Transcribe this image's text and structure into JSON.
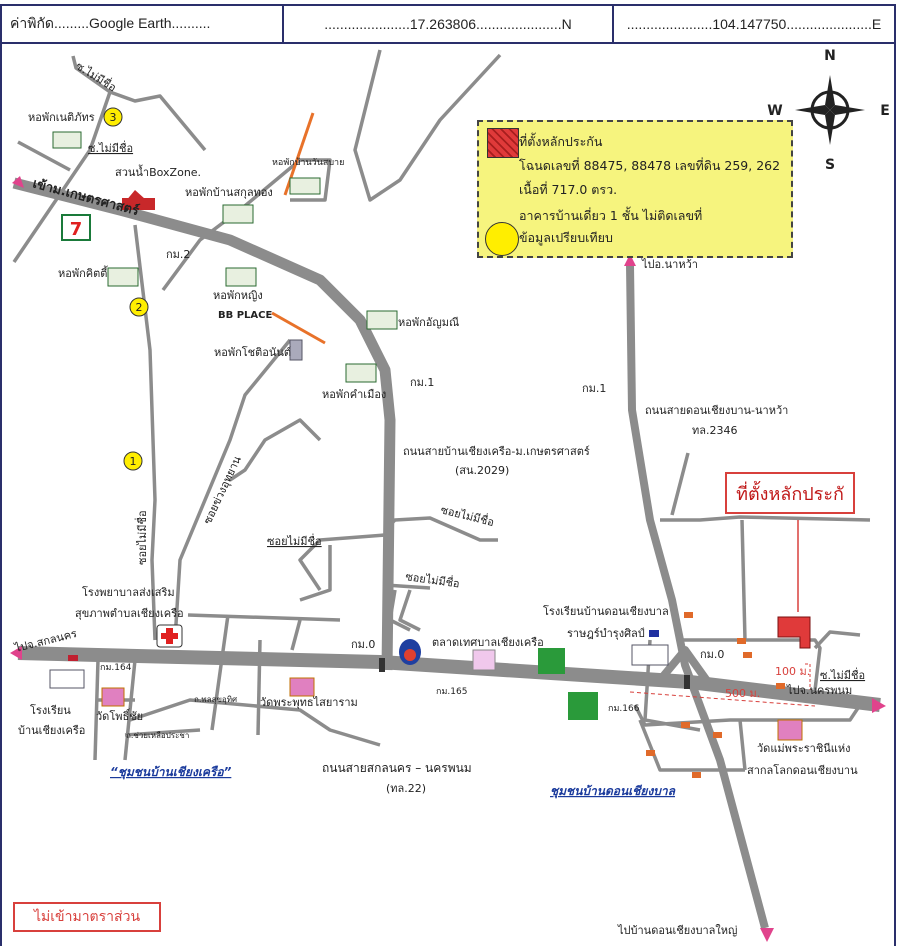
{
  "header": {
    "coord_source": "ค่าพิกัด.........Google Earth..........",
    "latitude": "17.263806",
    "lat_suffix": "N",
    "longitude": "104.147750",
    "lon_suffix": "E",
    "dots": "......................"
  },
  "compass": {
    "n": "N",
    "e": "E",
    "s": "S",
    "w": "W"
  },
  "legend": {
    "collateral_title": "ที่ตั้งหลักประกัน",
    "deed": "โฉนดเลขที่ 88475, 88478 เลขที่ดิน 259, 262",
    "area": "เนื้อที่ 717.0 ตรว.",
    "building": "อาคารบ้านเดี่ยว 1 ชั้น  ไม่ติดเลขที่",
    "comparison": "ข้อมูลเปรียบเทียบ"
  },
  "location_box": "ที่ตั้งหลักประกั",
  "scale_note": "ไม่เข้ามาตราส่วน",
  "markers": [
    "1",
    "2",
    "3"
  ],
  "colors": {
    "road": "#8c8c8c",
    "arrow": "#e0438c",
    "collateral": "#e03a3a",
    "legend_bg": "#f6f47e",
    "community": "#1a3a9c"
  },
  "labels": [
    "ซ.ไม่มีชื่อ",
    "หอพักเนติภัทร",
    "ซ.ไม่มีชื่อ",
    "สวนน้ำBoxZone.",
    "หอพักบ้านสกุลทอง",
    "หอพักบ้านวันสบาย",
    "เข้าม.เกษตรศาสตร์",
    "กม.2",
    "หอพักคิตตี้",
    "หอพักหญิง",
    "BB PLACE",
    "หอพักอัญมณี",
    "หอพักโชติอนันต์",
    "หอพักคำเมือง",
    "กม.1",
    "กม.1",
    "ถนนสายดอนเชียงบาน-นาหว้า",
    "ทล.2346",
    "ถนนสายบ้านเชียงเครือ-ม.เกษตรศาสตร์",
    "(สน.2029)",
    "ไปอ.นาหว้า",
    "ซอยไม่มีชื่อ",
    "ซอยไม่มีชื่อ",
    "ซอยไม่มีชื่อ",
    "ซอยไม่มีชื่อ",
    "ซอยข่วงอุทยาน",
    "โรงพยาบาลส่งเสริม",
    "สุขภาพตำบลเชียงเครือ",
    "ไปจ.สกลนคร",
    "กม.164",
    "โรงเรียน",
    "บ้านเชียงเครือ",
    "วัดโพธิ์ชัย",
    "ถ.พลสุขอุทิศ",
    "วัดพระพุทธไสยาราม",
    "ถ.ช่วยเหลือประชา",
    "“ชุมชนบ้านเชียงเครือ”",
    "ถนนสายสกลนคร – นครพนม",
    "(ทล.22)",
    "กม.0",
    "ตลาดเทศบาลเชียงเครือ",
    "กม.165",
    "โรงเรียนบ้านดอนเชียงบาล",
    "ราษฎร์บำรุงศิลป์",
    "กม.0",
    "กม.166",
    "100 ม.",
    "ซ.ไม่มีชื่อ",
    "ไปจ.นครพนม",
    "500 ม.",
    "วัดแม่พระราชินีแห่ง",
    "สากลโลกดอนเชียงบาน",
    "ชุมชนบ้านดอนเชียงบาล",
    "ไปบ้านดอนเชียงบาลใหญ่"
  ]
}
